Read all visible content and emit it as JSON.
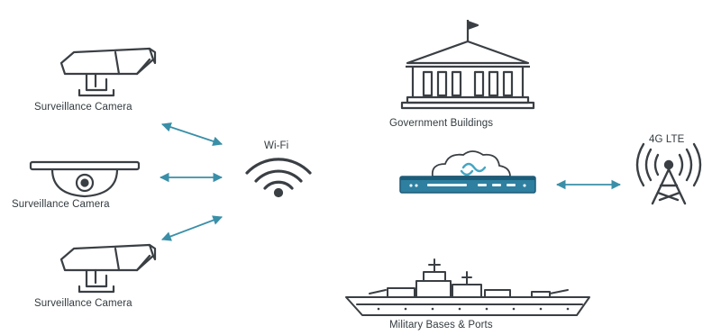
{
  "labels": {
    "camera_top": "Surveillance Camera",
    "camera_middle": "Surveillance Camera",
    "camera_bottom": "Surveillance Camera",
    "wifi": "Wi-Fi",
    "government": "Government Buildings",
    "lte": "4G LTE",
    "military": "Military Bases & Ports"
  },
  "colors": {
    "line_art": "#3a3f44",
    "arrow": "#3a8fa8",
    "router_body": "#2e7fa0",
    "router_dark": "#1d5c78",
    "cloud_accent": "#45a6c4"
  },
  "icons": {
    "camera_top": "bullet-camera-icon",
    "camera_middle": "dome-camera-icon",
    "camera_bottom": "bullet-camera-icon",
    "wifi": "wifi-icon",
    "router": "cloud-router-icon",
    "government": "government-building-icon",
    "lte": "cell-tower-icon",
    "military": "warship-icon"
  }
}
